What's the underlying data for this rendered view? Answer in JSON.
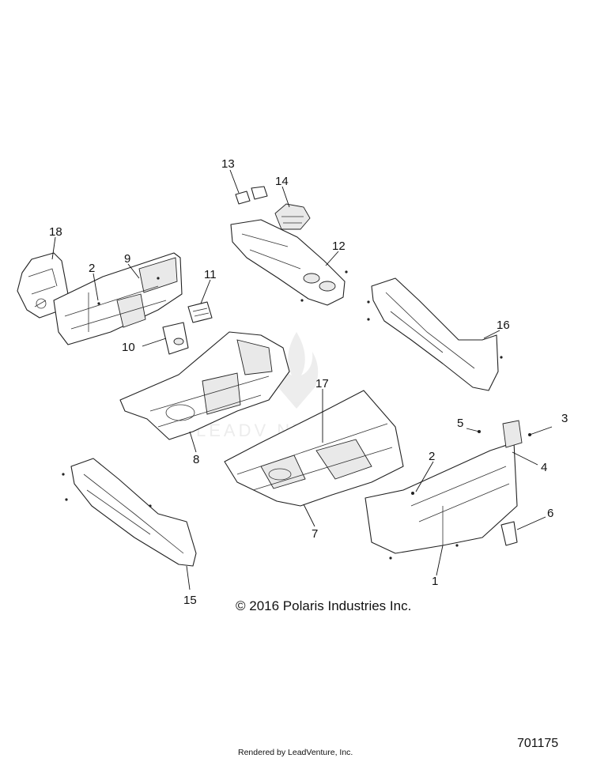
{
  "callouts": {
    "c1": "1",
    "c2a": "2",
    "c2b": "2",
    "c3": "3",
    "c4": "4",
    "c5": "5",
    "c6": "6",
    "c7": "7",
    "c8": "8",
    "c9": "9",
    "c10": "10",
    "c11": "11",
    "c12": "12",
    "c13": "13",
    "c14": "14",
    "c15": "15",
    "c16": "16",
    "c17": "17",
    "c18": "18"
  },
  "copyright": "© 2016 Polaris Industries Inc.",
  "rendered_by": "Rendered by LeadVenture, Inc.",
  "diagram_id": "701175",
  "watermark_text": "LEADVENTURE"
}
